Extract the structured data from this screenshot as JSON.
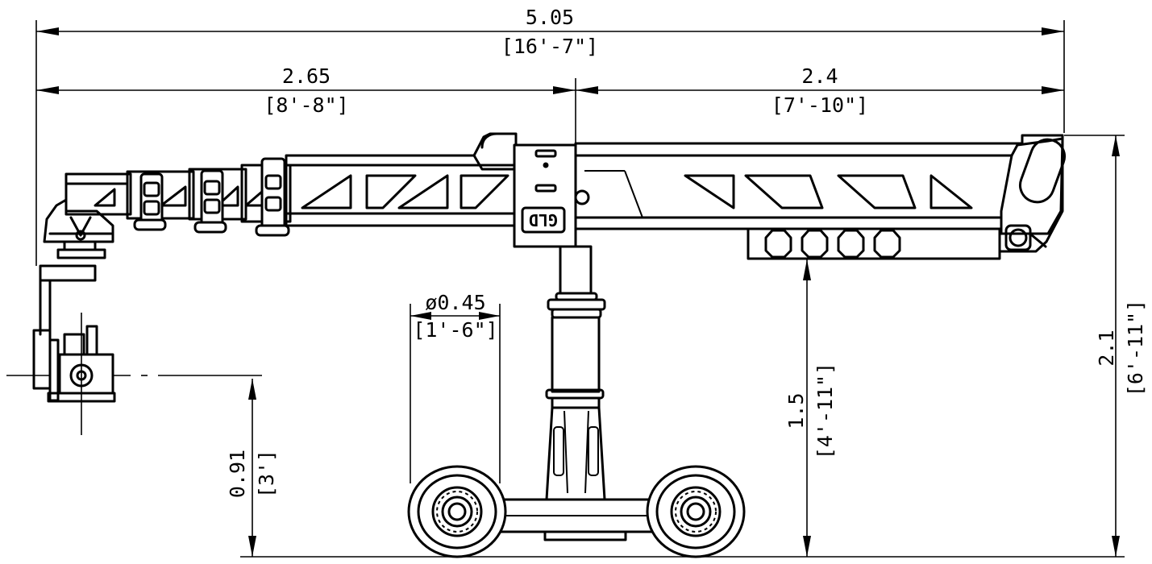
{
  "dimensions": {
    "overall_length": {
      "metric": "5.05",
      "imperial": "[16'-7\"]"
    },
    "rear_length": {
      "metric": "2.65",
      "imperial": "[8'-8\"]"
    },
    "front_length": {
      "metric": "2.4",
      "imperial": "[7'-10\"]"
    },
    "column_diameter": {
      "metric": "ø0.45",
      "imperial": "[1'-6\"]"
    },
    "lens_height": {
      "metric": "0.91",
      "imperial": "[3']"
    },
    "arm_underside_height": {
      "metric": "1.5",
      "imperial": "[4'-11\"]"
    },
    "overall_height": {
      "metric": "2.1",
      "imperial": "[6'-11\"]"
    }
  },
  "labels": {
    "mount_plate_marking": "GLD"
  },
  "colors": {
    "line": "#000000",
    "background": "#ffffff"
  }
}
